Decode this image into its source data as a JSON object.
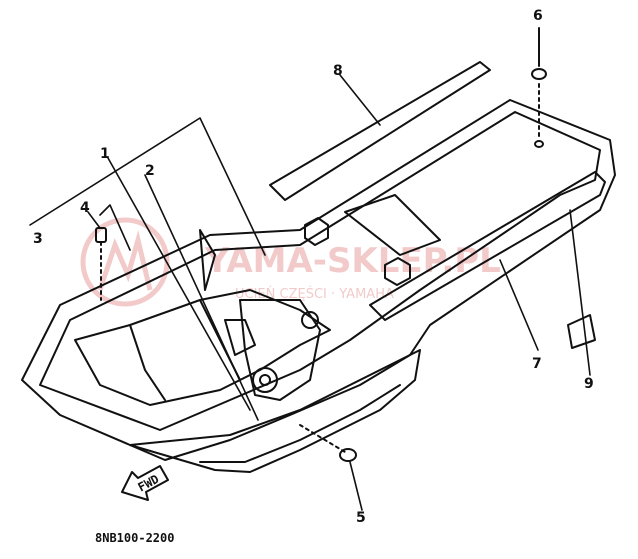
{
  "diagram": {
    "callouts": [
      "1",
      "2",
      "3",
      "4",
      "5",
      "6",
      "7",
      "8",
      "9"
    ],
    "direction_label": "FWD",
    "part_code": "8NB100-2200"
  },
  "watermark": {
    "text": "YAMA-SKLEP.PL",
    "subtext": "UCIEŃ CZĘŚCI · YAMAHA",
    "color": "#e8a0a0"
  }
}
